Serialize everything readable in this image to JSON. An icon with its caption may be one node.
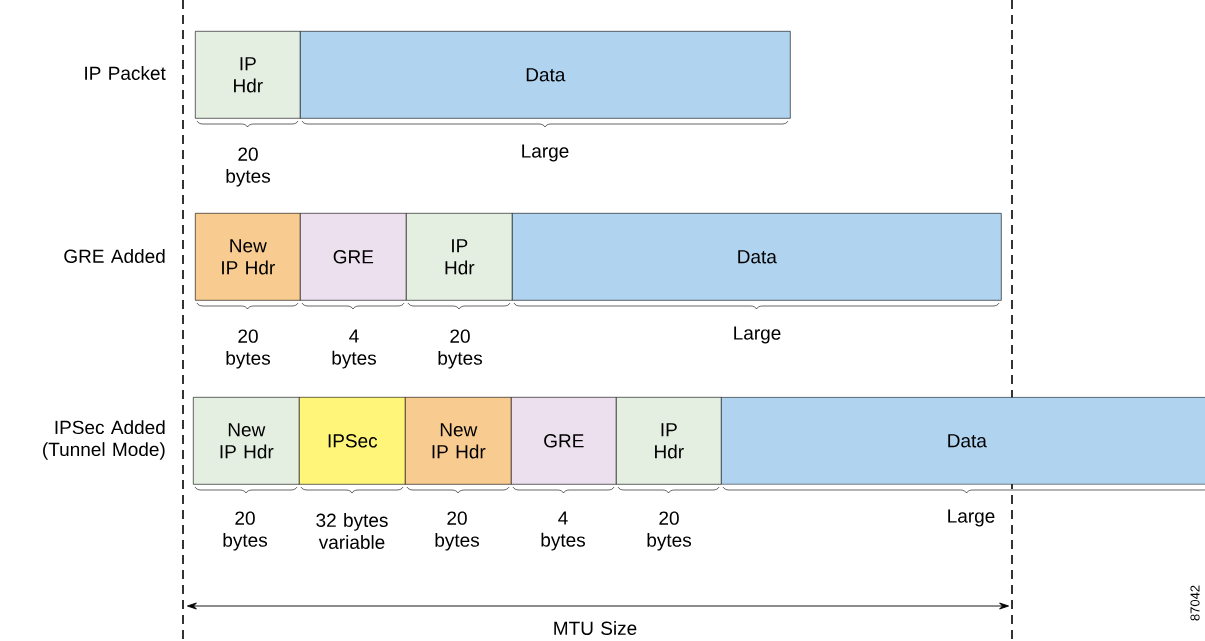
{
  "diagram": {
    "nodes": [
      {
        "text": [
          "IP Hdr"
        ]
      },
      {
        "text": [
          "Data"
        ]
      },
      {
        "text": [
          "New IP Hdr"
        ]
      },
      {
        "text": [
          "GRE"
        ]
      },
      {
        "text": [
          "IP Hdr"
        ]
      },
      {
        "text": [
          "Data"
        ]
      },
      {
        "text": [
          "New IP Hdr"
        ]
      },
      {
        "text": [
          "IPSec"
        ]
      },
      {
        "text": [
          "New IP Hdr"
        ]
      },
      {
        "text": [
          "GRE"
        ]
      },
      {
        "text": [
          "IP Hdr"
        ]
      },
      {
        "text": [
          "Data"
        ]
      }
    ],
    "labels": [
      "IP Packet",
      "20 bytes",
      "Large",
      "GRE Added",
      "20 bytes",
      "4 bytes",
      "20 bytes",
      "Large",
      "IPSec Added (Tunnel Mode)",
      "20 bytes",
      "32 bytes variable",
      "20 bytes",
      "4 bytes",
      "20 bytes",
      "Large",
      "87042",
      "MTU Size"
    ]
  }
}
